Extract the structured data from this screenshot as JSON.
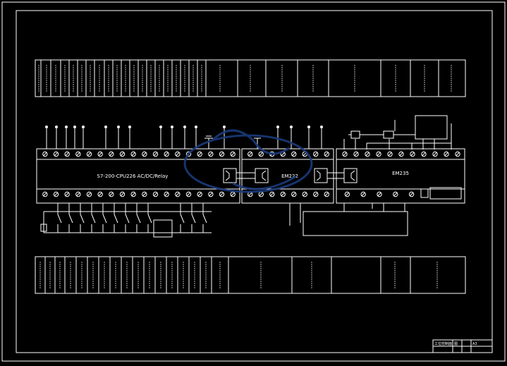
{
  "colors": {
    "background": "#000000",
    "line": "#ffffff",
    "watermark": "#1a3a7a"
  },
  "modules": {
    "cpu": {
      "label": "S7-200-CPU226 AC/DC/Relay"
    },
    "em222": {
      "label": "EM222"
    },
    "em235": {
      "label": "EM235"
    }
  },
  "watermark_icon": "watermark-logo",
  "title_block": {
    "title": "工位控制面",
    "sheet": "图",
    "rev": "A3"
  }
}
